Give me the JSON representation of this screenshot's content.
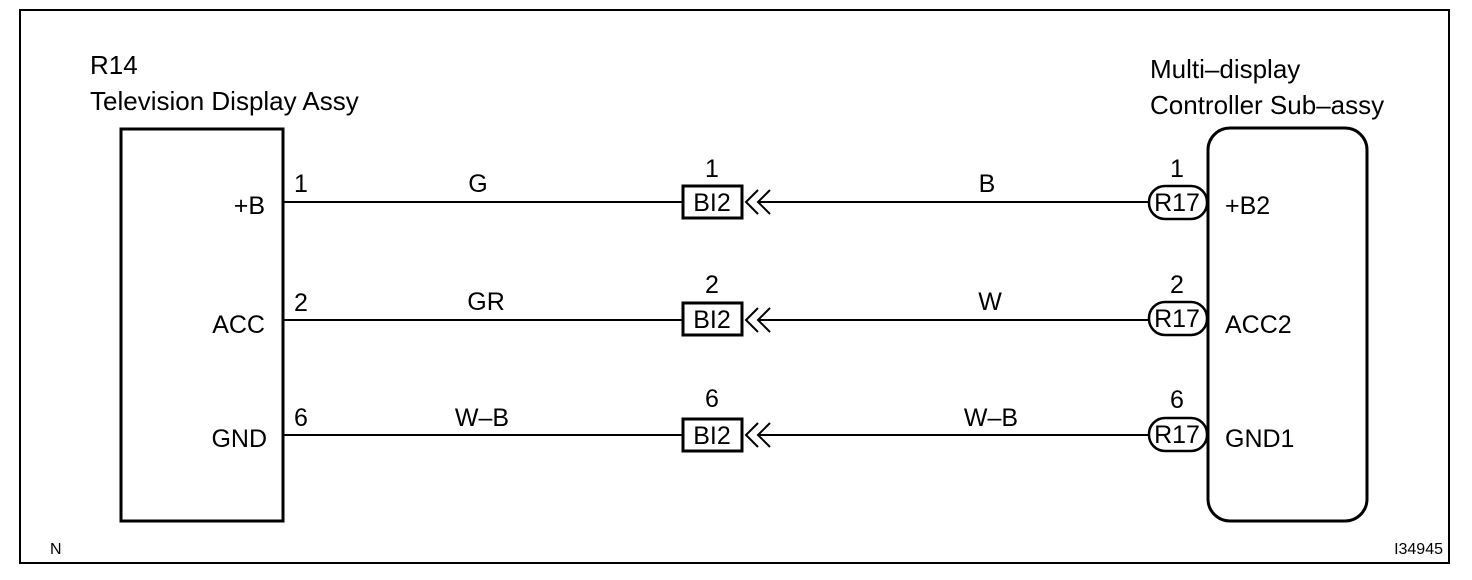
{
  "left_component": {
    "code": "R14",
    "name": "Television Display Assy",
    "terminals": [
      {
        "pin": "1",
        "label": "+B"
      },
      {
        "pin": "2",
        "label": "ACC"
      },
      {
        "pin": "6",
        "label": "GND"
      }
    ]
  },
  "right_component": {
    "name_line1": "Multi–display",
    "name_line2": "Controller Sub–assy",
    "connector": "R17",
    "terminals": [
      {
        "pin": "1",
        "label": "+B2"
      },
      {
        "pin": "2",
        "label": "ACC2"
      },
      {
        "pin": "6",
        "label": "GND1"
      }
    ]
  },
  "junction_connector": "BI2",
  "circuits": [
    {
      "left_wire_color": "G",
      "junction_pin": "1",
      "right_wire_color": "B"
    },
    {
      "left_wire_color": "GR",
      "junction_pin": "2",
      "right_wire_color": "W"
    },
    {
      "left_wire_color": "W–B",
      "junction_pin": "6",
      "right_wire_color": "W–B"
    }
  ],
  "corner_left": "N",
  "corner_right": "I34945"
}
